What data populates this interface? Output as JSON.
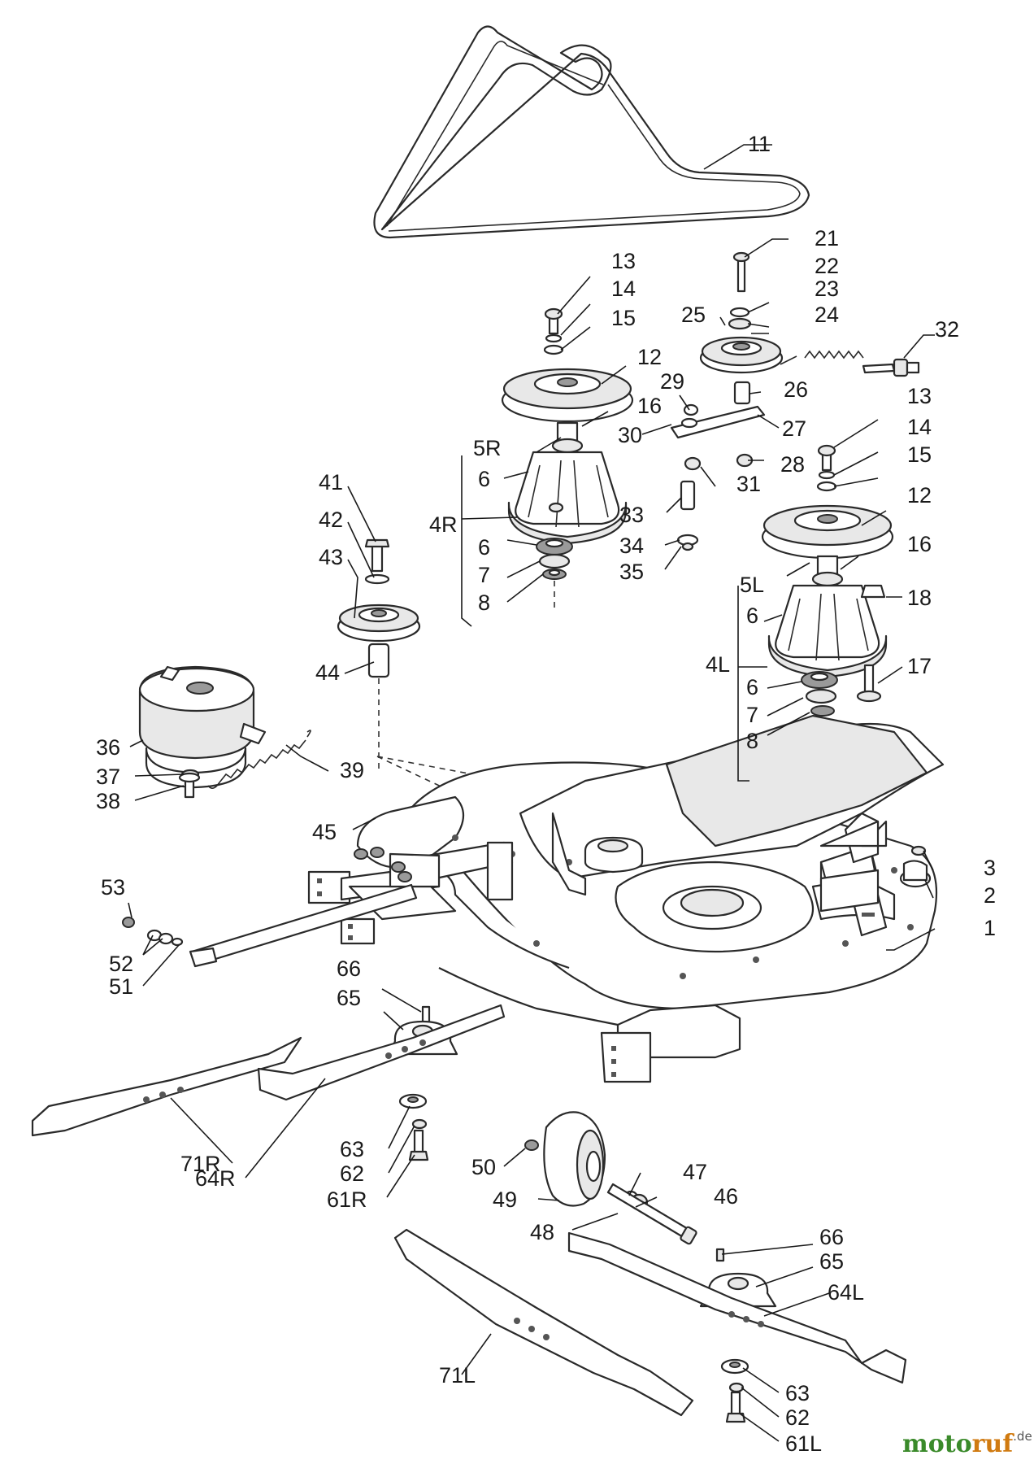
{
  "labels": {
    "l11": "11",
    "l21": "21",
    "l22": "22",
    "l23": "23",
    "l24": "24",
    "l25": "25",
    "l32": "32",
    "l13a": "13",
    "l14a": "14",
    "l15a": "15",
    "l12a": "12",
    "l29": "29",
    "l16a": "16",
    "l26": "26",
    "l27": "27",
    "l30": "30",
    "l5R": "5R",
    "l6a": "6",
    "l28": "28",
    "l31": "31",
    "l4R": "4R",
    "l33": "33",
    "l6b": "6",
    "l7a": "7",
    "l8a": "8",
    "l34": "34",
    "l35": "35",
    "l13b": "13",
    "l14b": "14",
    "l15b": "15",
    "l12b": "12",
    "l16b": "16",
    "l5L": "5L",
    "l18": "18",
    "l6c": "6",
    "l4L": "4L",
    "l17": "17",
    "l6d": "6",
    "l7b": "7",
    "l8b": "8",
    "l41": "41",
    "l42": "42",
    "l43": "43",
    "l44": "44",
    "l36": "36",
    "l37": "37",
    "l38": "38",
    "l39": "39",
    "l45": "45",
    "l3": "3",
    "l2": "2",
    "l1": "1",
    "l53": "53",
    "l52": "52",
    "l51": "51",
    "l66a": "66",
    "l65a": "65",
    "l71R": "71R",
    "l64R": "64R",
    "l63a": "63",
    "l62a": "62",
    "l61R": "61R",
    "l50": "50",
    "l49": "49",
    "l47": "47",
    "l46": "46",
    "l48": "48",
    "l66b": "66",
    "l65b": "65",
    "l64L": "64L",
    "l71L": "71L",
    "l63b": "63",
    "l62b": "62",
    "l61L": "61L"
  },
  "watermark": {
    "part1": "moto",
    "part2": "ruf",
    "suffix": ".de"
  },
  "colors": {
    "watermark_green": "#3a8a2a",
    "watermark_orange": "#d07a10"
  }
}
